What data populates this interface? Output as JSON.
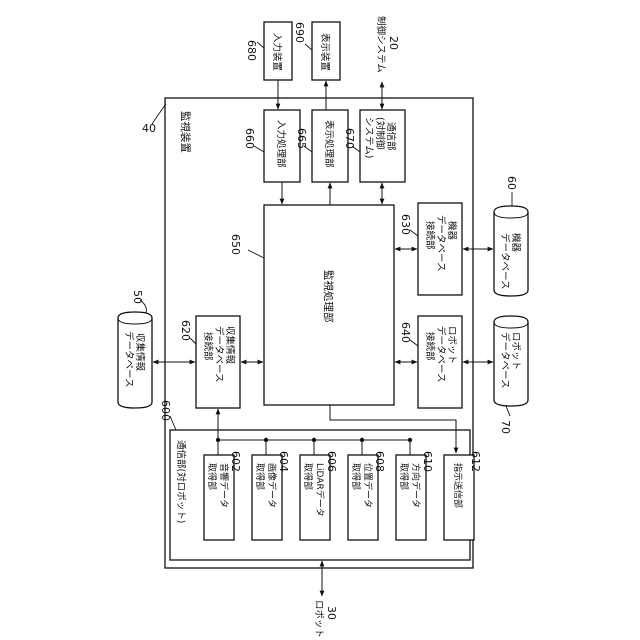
{
  "outer": {
    "ref": "40",
    "title": "監視装置"
  },
  "comm_group": {
    "ref": "600",
    "title": "通信部(対ロボット)"
  },
  "blocks": {
    "input_device": {
      "ref": "680",
      "label": "入力装置"
    },
    "display_device": {
      "ref": "690",
      "label": "表示装置"
    },
    "control_system": {
      "ref": "20",
      "label": "制御システム"
    },
    "input_proc": {
      "ref": "660",
      "label": "入力処理部"
    },
    "display_proc": {
      "ref": "665",
      "label": "表示処理部"
    },
    "comm_ctrl": {
      "ref": "670",
      "lines": [
        "通信部",
        "(対制御",
        "システム)"
      ]
    },
    "monitor_proc": {
      "ref": "650",
      "label": "監視処理部"
    },
    "equip_db_conn": {
      "ref": "630",
      "lines": [
        "機器",
        "データベース",
        "接続部"
      ]
    },
    "robot_db_conn": {
      "ref": "640",
      "lines": [
        "ロボット",
        "データベース",
        "接続部"
      ]
    },
    "equip_db": {
      "ref": "60",
      "lines": [
        "機器",
        "データベース"
      ]
    },
    "robot_db": {
      "ref": "70",
      "lines": [
        "ロボット",
        "データベース"
      ]
    },
    "collect_db": {
      "ref": "50",
      "lines": [
        "収集情報",
        "データベース"
      ]
    },
    "collect_db_conn": {
      "ref": "620",
      "lines": [
        "収集情報",
        "データベース",
        "接続部"
      ]
    },
    "robot": {
      "ref": "30",
      "label": "ロボット"
    }
  },
  "sub_units": [
    {
      "ref": "602",
      "lines": [
        "音響データ",
        "取得部"
      ]
    },
    {
      "ref": "604",
      "lines": [
        "画像データ",
        "取得部"
      ]
    },
    {
      "ref": "606",
      "lines": [
        "LiDARデータ",
        "取得部"
      ]
    },
    {
      "ref": "608",
      "lines": [
        "位置データ",
        "取得部"
      ]
    },
    {
      "ref": "610",
      "lines": [
        "方向データ",
        "取得部"
      ]
    },
    {
      "ref": "612",
      "lines": [
        "指示送信部"
      ]
    }
  ]
}
